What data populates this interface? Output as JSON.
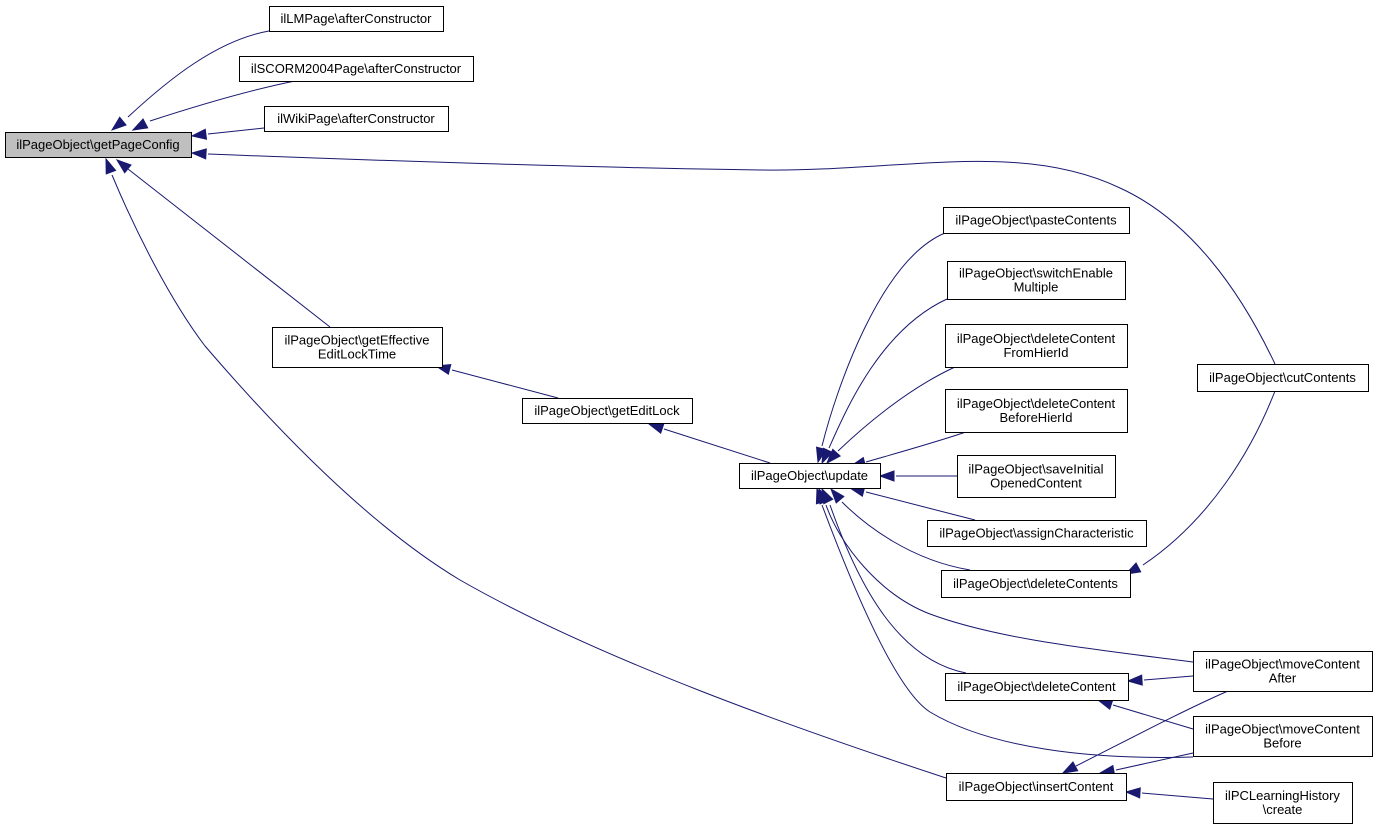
{
  "diagram": {
    "edge_color": "#191970",
    "root_fill": "#bfbfbf",
    "nodes": [
      {
        "id": "getPageConfig",
        "lines": [
          "ilPageObject\\getPageConfig"
        ],
        "root": true
      },
      {
        "id": "lmAfter",
        "lines": [
          "ilLMPage\\afterConstructor"
        ]
      },
      {
        "id": "scormAfter",
        "lines": [
          "ilSCORM2004Page\\afterConstructor"
        ]
      },
      {
        "id": "wikiAfter",
        "lines": [
          "ilWikiPage\\afterConstructor"
        ]
      },
      {
        "id": "getEffective",
        "lines": [
          "ilPageObject\\getEffective",
          "EditLockTime"
        ]
      },
      {
        "id": "getEditLock",
        "lines": [
          "ilPageObject\\getEditLock"
        ]
      },
      {
        "id": "update",
        "lines": [
          "ilPageObject\\update"
        ]
      },
      {
        "id": "paste",
        "lines": [
          "ilPageObject\\pasteContents"
        ]
      },
      {
        "id": "switchEnable",
        "lines": [
          "ilPageObject\\switchEnable",
          "Multiple"
        ]
      },
      {
        "id": "deleteFrom",
        "lines": [
          "ilPageObject\\deleteContent",
          "FromHierId"
        ]
      },
      {
        "id": "deleteBefore",
        "lines": [
          "ilPageObject\\deleteContent",
          "BeforeHierId"
        ]
      },
      {
        "id": "saveInitial",
        "lines": [
          "ilPageObject\\saveInitial",
          "OpenedContent"
        ]
      },
      {
        "id": "assignChar",
        "lines": [
          "ilPageObject\\assignCharacteristic"
        ]
      },
      {
        "id": "deleteContents",
        "lines": [
          "ilPageObject\\deleteContents"
        ]
      },
      {
        "id": "deleteContent",
        "lines": [
          "ilPageObject\\deleteContent"
        ]
      },
      {
        "id": "insertContent",
        "lines": [
          "ilPageObject\\insertContent"
        ]
      },
      {
        "id": "cutContents",
        "lines": [
          "ilPageObject\\cutContents"
        ]
      },
      {
        "id": "moveAfter",
        "lines": [
          "ilPageObject\\moveContent",
          "After"
        ]
      },
      {
        "id": "moveBefore",
        "lines": [
          "ilPageObject\\moveContent",
          "Before"
        ]
      },
      {
        "id": "lhCreate",
        "lines": [
          "ilPCLearningHistory",
          "\\create"
        ]
      }
    ],
    "edges": [
      {
        "from": "lmAfter",
        "to": "getPageConfig"
      },
      {
        "from": "scormAfter",
        "to": "getPageConfig"
      },
      {
        "from": "wikiAfter",
        "to": "getPageConfig"
      },
      {
        "from": "cutContents",
        "to": "getPageConfig"
      },
      {
        "from": "getEffective",
        "to": "getPageConfig"
      },
      {
        "from": "insertContent",
        "to": "getPageConfig"
      },
      {
        "from": "getEditLock",
        "to": "getEffective"
      },
      {
        "from": "update",
        "to": "getEditLock"
      },
      {
        "from": "paste",
        "to": "update"
      },
      {
        "from": "switchEnable",
        "to": "update"
      },
      {
        "from": "deleteFrom",
        "to": "update"
      },
      {
        "from": "deleteBefore",
        "to": "update"
      },
      {
        "from": "saveInitial",
        "to": "update"
      },
      {
        "from": "assignChar",
        "to": "update"
      },
      {
        "from": "deleteContents",
        "to": "update"
      },
      {
        "from": "deleteContent",
        "to": "update"
      },
      {
        "from": "moveAfter",
        "to": "update"
      },
      {
        "from": "moveBefore",
        "to": "update"
      },
      {
        "from": "cutContents",
        "to": "deleteContents"
      },
      {
        "from": "moveAfter",
        "to": "deleteContent"
      },
      {
        "from": "moveBefore",
        "to": "deleteContent"
      },
      {
        "from": "moveAfter",
        "to": "insertContent"
      },
      {
        "from": "moveBefore",
        "to": "insertContent"
      },
      {
        "from": "lhCreate",
        "to": "insertContent"
      }
    ]
  }
}
